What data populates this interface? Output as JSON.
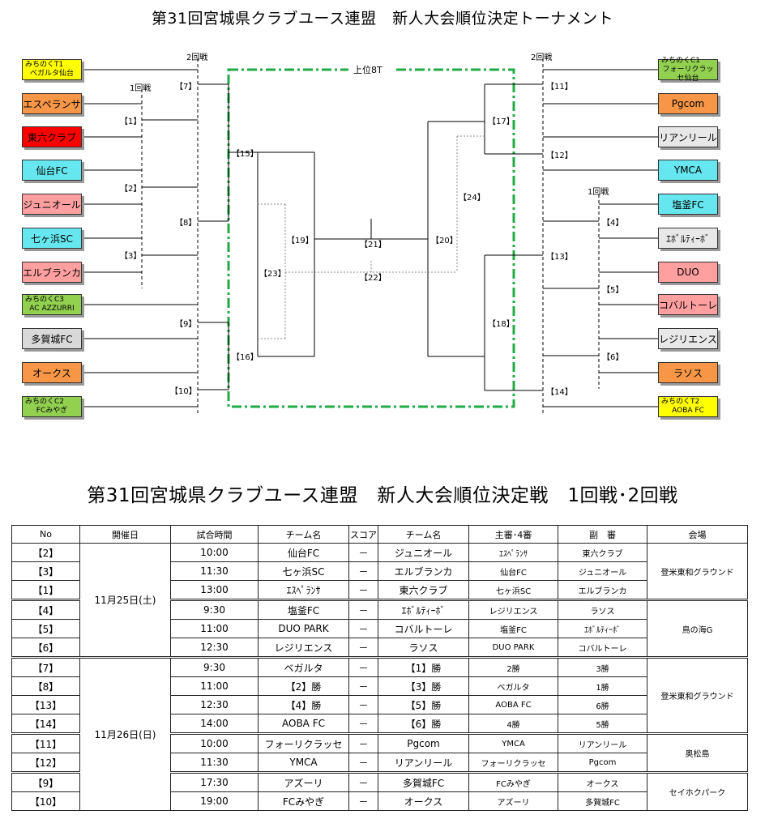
{
  "bracket": {
    "title": "第31回宮城県クラブユース連盟　新人大会順位決定トーナメント",
    "round2": "2回戦",
    "round1": "1回戦",
    "top8": "上位8T",
    "left_teams": [
      {
        "l1": "みちのくT1",
        "l2": "ベガルタ仙台",
        "color": "c-yellow"
      },
      {
        "l1": "エスペランサ",
        "color": "c-orange"
      },
      {
        "l1": "東六クラブ",
        "color": "c-red"
      },
      {
        "l1": "仙台FC",
        "color": "c-cyan"
      },
      {
        "l1": "ジュニオール",
        "color": "c-pink"
      },
      {
        "l1": "七ヶ浜SC",
        "color": "c-cyan"
      },
      {
        "l1": "エルブランカ",
        "color": "c-pink"
      },
      {
        "l1": "みちのくC3",
        "l2": "AC AZZURRI",
        "color": "c-green"
      },
      {
        "l1": "多賀城FC",
        "color": "c-gray"
      },
      {
        "l1": "オークス",
        "color": "c-orange"
      },
      {
        "l1": "みちのくC2",
        "l2": "FCみやぎ",
        "color": "c-green"
      }
    ],
    "right_teams": [
      {
        "l1": "みちのくC1",
        "l2": "フォーリクラッセ仙台",
        "color": "c-green"
      },
      {
        "l1": "Pgcom",
        "color": "c-orange"
      },
      {
        "l1": "リアンリール",
        "color": "c-lgray"
      },
      {
        "l1": "YMCA",
        "color": "c-cyan"
      },
      {
        "l1": "塩釜FC",
        "color": "c-cyan"
      },
      {
        "l1": "ｴﾎﾞﾙﾃｨｰﾎﾞ",
        "color": "c-lgray"
      },
      {
        "l1": "DUO",
        "color": "c-pink"
      },
      {
        "l1": "コバルトーレ",
        "color": "c-pink"
      },
      {
        "l1": "レジリエンス",
        "color": "c-lgray"
      },
      {
        "l1": "ラソス",
        "color": "c-orange"
      },
      {
        "l1": "みちのくT2",
        "l2": "AOBA FC",
        "color": "c-yellow"
      }
    ],
    "labels": {
      "m1": "【1】",
      "m2": "【2】",
      "m3": "【3】",
      "m4": "【4】",
      "m5": "【5】",
      "m6": "【6】",
      "m7": "【7】",
      "m8": "【8】",
      "m9": "【9】",
      "m10": "【10】",
      "m11": "【11】",
      "m12": "【12】",
      "m13": "【13】",
      "m14": "【14】",
      "m15": "【15】",
      "m16": "【16】",
      "m17": "【17】",
      "m18": "【18】",
      "m19": "【19】",
      "m20": "【20】",
      "m21": "【21】",
      "m22": "【22】",
      "m23": "【23】",
      "m24": "【24】"
    }
  },
  "schedule": {
    "title": "第31回宮城県クラブユース連盟　新人大会順位決定戦　1回戦･2回戦",
    "headers": [
      "No",
      "開催日",
      "試合時間",
      "チーム名",
      "スコア",
      "チーム名",
      "主審･4審",
      "副　審",
      "会場"
    ],
    "date1": "11月25日(土)",
    "date2": "11月26日(日)",
    "venue1": "登米東和グラウンド",
    "venue2": "鳥の海G",
    "venue3": "登米東和グラウンド",
    "venue4": "奥松島",
    "venue5": "セイホクパーク",
    "rows": [
      {
        "no": "【2】",
        "time": "10:00",
        "a": "仙台FC",
        "score": "－",
        "b": "ジュニオール",
        "ref": "ｴｽﾍﾟﾗﾝｻ",
        "asst": "東六クラブ"
      },
      {
        "no": "【3】",
        "time": "11:30",
        "a": "七ヶ浜SC",
        "score": "－",
        "b": "エルブランカ",
        "ref": "仙台FC",
        "asst": "ジュニオール"
      },
      {
        "no": "【1】",
        "time": "13:00",
        "a": "ｴｽﾍﾟﾗﾝｻ",
        "score": "－",
        "b": "東六クラブ",
        "ref": "七ヶ浜SC",
        "asst": "エルブランカ"
      },
      {
        "no": "【4】",
        "time": "9:30",
        "a": "塩釜FC",
        "score": "－",
        "b": "ｴﾎﾞﾙﾃｨｰﾎﾞ",
        "ref": "レジリエンス",
        "asst": "ラソス"
      },
      {
        "no": "【5】",
        "time": "11:00",
        "a": "DUO PARK",
        "score": "－",
        "b": "コバルトーレ",
        "ref": "塩釜FC",
        "asst": "ｴﾎﾞﾙﾃｨｰﾎﾞ"
      },
      {
        "no": "【6】",
        "time": "12:30",
        "a": "レジリエンス",
        "score": "－",
        "b": "ラソス",
        "ref": "DUO PARK",
        "asst": "コバルトーレ"
      },
      {
        "no": "【7】",
        "time": "9:30",
        "a": "ベガルタ",
        "score": "－",
        "b": "【1】勝",
        "ref": "2勝",
        "asst": "3勝"
      },
      {
        "no": "【8】",
        "time": "11:00",
        "a": "【2】勝",
        "score": "－",
        "b": "【3】勝",
        "ref": "ベガルタ",
        "asst": "1勝"
      },
      {
        "no": "【13】",
        "time": "12:30",
        "a": "【4】勝",
        "score": "－",
        "b": "【5】勝",
        "ref": "AOBA FC",
        "asst": "6勝"
      },
      {
        "no": "【14】",
        "time": "14:00",
        "a": "AOBA FC",
        "score": "－",
        "b": "【6】勝",
        "ref": "4勝",
        "asst": "5勝"
      },
      {
        "no": "【11】",
        "time": "10:00",
        "a": "フォーリクラッセ",
        "score": "－",
        "b": "Pgcom",
        "ref": "YMCA",
        "asst": "リアンリール"
      },
      {
        "no": "【12】",
        "time": "11:30",
        "a": "YMCA",
        "score": "－",
        "b": "リアンリール",
        "ref": "フォーリクラッセ",
        "asst": "Pgcom"
      },
      {
        "no": "【9】",
        "time": "17:30",
        "a": "アズーリ",
        "score": "－",
        "b": "多賀城FC",
        "ref": "FCみやぎ",
        "asst": "オークス"
      },
      {
        "no": "【10】",
        "time": "19:00",
        "a": "FCみやぎ",
        "score": "－",
        "b": "オークス",
        "ref": "アズーリ",
        "asst": "多賀城FC"
      }
    ]
  }
}
